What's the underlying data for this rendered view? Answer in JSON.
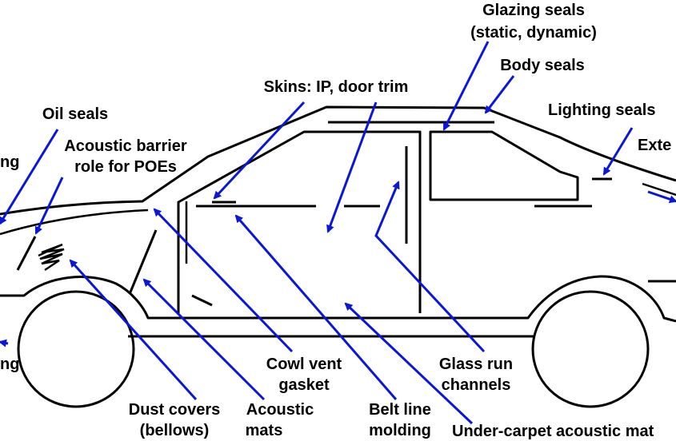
{
  "colors": {
    "arrow": "#0a16d8",
    "outline": "#000000",
    "background": "#ffffff"
  },
  "labels": {
    "glazing_seals_1": "Glazing seals",
    "glazing_seals_2": "(static, dynamic)",
    "body_seals": "Body seals",
    "skins": "Skins:  IP, door trim",
    "lighting_seals": "Lighting seals",
    "oil_seals": "Oil seals",
    "acoustic_barrier_1": "Acoustic barrier",
    "acoustic_barrier_2": "role for POEs",
    "left_cut_top": "ng",
    "left_cut_bottom": "ng",
    "right_cut": "Exte",
    "cowl_vent_1": "Cowl vent",
    "cowl_vent_2": "gasket",
    "glass_run_1": "Glass run",
    "glass_run_2": "channels",
    "dust_covers_1": "Dust covers",
    "dust_covers_2": "(bellows)",
    "acoustic_mats_1": "Acoustic",
    "acoustic_mats_2": "mats",
    "belt_line_1": "Belt line",
    "belt_line_2": "molding",
    "under_carpet": "Under-carpet acoustic mat"
  }
}
